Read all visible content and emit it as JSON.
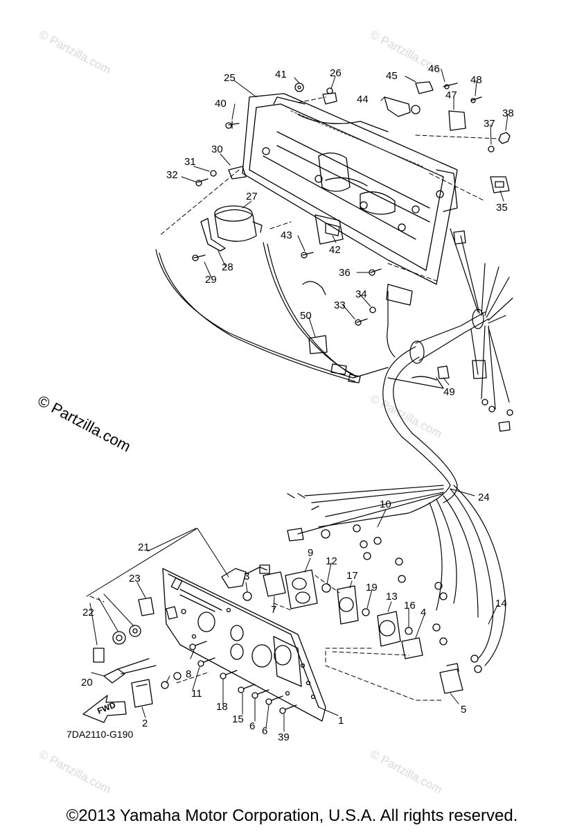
{
  "watermark": "© Partzilla.com",
  "watermark_faint": "© Partzilla.com",
  "drawing_code": "7DA2110-G190",
  "direction_arrow": "FWD",
  "footer": "©2013 Yamaha Motor Corporation, U.S.A. All rights reserved.",
  "callouts": [
    "1",
    "2",
    "3",
    "4",
    "5",
    "6",
    "6",
    "7",
    "8",
    "9",
    "10",
    "11",
    "12",
    "13",
    "14",
    "15",
    "16",
    "17",
    "18",
    "19",
    "20",
    "21",
    "22",
    "23",
    "24",
    "25",
    "26",
    "27",
    "28",
    "29",
    "30",
    "31",
    "32",
    "33",
    "34",
    "35",
    "36",
    "37",
    "38",
    "39",
    "40",
    "41",
    "42",
    "43",
    "44",
    "45",
    "46",
    "47",
    "48",
    "49",
    "50"
  ]
}
